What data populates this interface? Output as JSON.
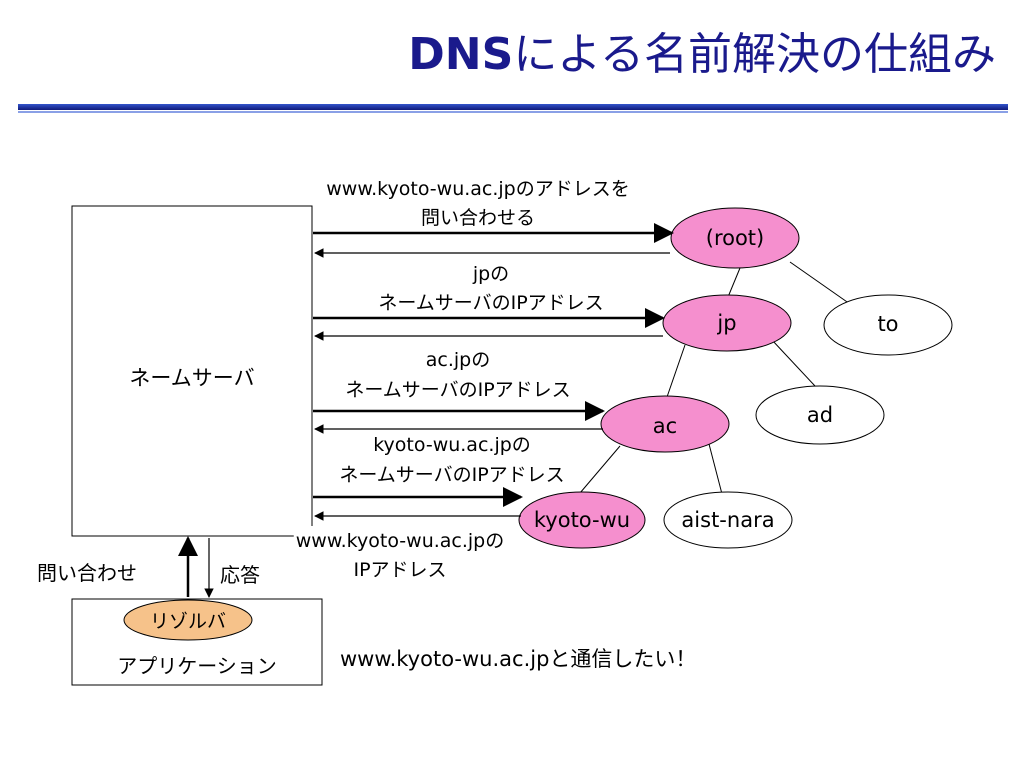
{
  "title": {
    "latin": "DNS",
    "rest": "による名前解決の仕組み"
  },
  "name_server": {
    "label": "ネームサーバ"
  },
  "application": {
    "label": "アプリケーション",
    "resolver": "リゾルバ"
  },
  "side": {
    "query": "問い合わせ",
    "response": "応答"
  },
  "messages": {
    "m1_line1": "www.kyoto-wu.ac.jpのアドレスを",
    "m1_line2": "問い合わせる",
    "m2_line1": "jpの",
    "m2_line2": "ネームサーバのIPアドレス",
    "m3_line1": "ac.jpの",
    "m3_line2": "ネームサーバのIPアドレス",
    "m4_line1": "kyoto-wu.ac.jpの",
    "m4_line2": "ネームサーバのIPアドレス",
    "m5_line1": "www.kyoto-wu.ac.jpの",
    "m5_line2": "IPアドレス"
  },
  "nodes": {
    "root": "(root)",
    "jp": "jp",
    "to": "to",
    "ac": "ac",
    "ad": "ad",
    "kyoto_wu": "kyoto-wu",
    "aist_nara": "aist-nara"
  },
  "footer": "www.kyoto-wu.ac.jpと通信したい！",
  "colors": {
    "title": "#1a1a8c",
    "highlight_node": "#f58fce",
    "resolver": "#f6c28a",
    "rule": "#2a3ea8"
  }
}
